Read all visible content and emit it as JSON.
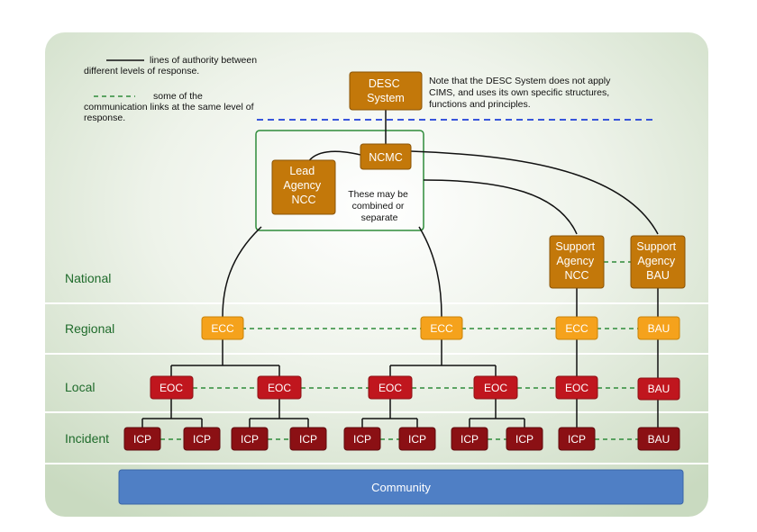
{
  "legend": {
    "solid_line_text": [
      "lines of authority between",
      "different levels of response."
    ],
    "dashed_line_text": [
      "some of the",
      "communication links at the same level of",
      "response."
    ]
  },
  "note": [
    "Note that the DESC System does not apply",
    "CIMS, and uses its own specific structures,",
    "functions and principles."
  ],
  "group_note": [
    "These may be",
    "combined or",
    "separate"
  ],
  "levels": [
    "National",
    "Regional",
    "Local",
    "Incident"
  ],
  "nodes": {
    "desc": [
      "DESC",
      "System"
    ],
    "ncmc": [
      "NCMC"
    ],
    "lead_ncc": [
      "Lead",
      "Agency",
      "NCC"
    ],
    "support_ncc": [
      "Support",
      "Agency",
      "NCC"
    ],
    "support_bau": [
      "Support",
      "Agency",
      "BAU"
    ],
    "ecc": "ECC",
    "eoc": "EOC",
    "icp": "ICP",
    "bau": "BAU"
  },
  "community": "Community",
  "colors": {
    "orange_dark": "#c3780a",
    "orange_light": "#f5a21c",
    "red": "#c0161e",
    "maroon": "#8b1014",
    "green_line": "#2e8b3a",
    "blue_dash": "#1f3fd8",
    "community": "#4f7fc5",
    "panel": "#dde8d6"
  }
}
